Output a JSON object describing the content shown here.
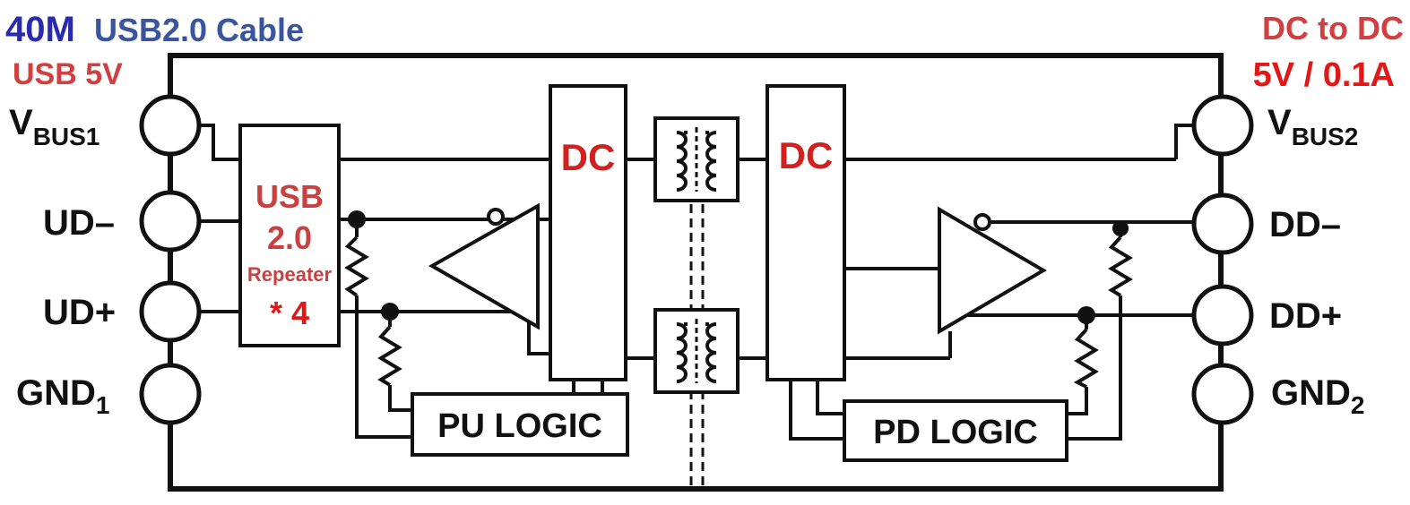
{
  "header": {
    "length": "40M",
    "cable": "USB2.0 Cable",
    "supply": "USB 5V",
    "converter": "DC to DC",
    "rating": "5V / 0.1A"
  },
  "left_pins": {
    "vbus_main": "V",
    "vbus_sub": "BUS1",
    "ud_minus": "UD–",
    "ud_plus": "UD+",
    "gnd_main": "GND",
    "gnd_sub": "1"
  },
  "right_pins": {
    "vbus_main": "V",
    "vbus_sub": "BUS2",
    "dd_minus": "DD–",
    "dd_plus": "DD+",
    "gnd_main": "GND",
    "gnd_sub": "2"
  },
  "blocks": {
    "repeater_line1": "USB",
    "repeater_line2": "2.0",
    "repeater_line3": "Repeater",
    "repeater_count": "* 4",
    "dc_left": "DC",
    "dc_right": "DC",
    "pu_logic": "PU LOGIC",
    "pd_logic": "PD LOGIC"
  },
  "colors": {
    "line": "#111111",
    "title_dark": "#2a2ab0",
    "title_blue": "#3a55a0",
    "accent_red": "#d02020",
    "block_red": "#c84040"
  }
}
